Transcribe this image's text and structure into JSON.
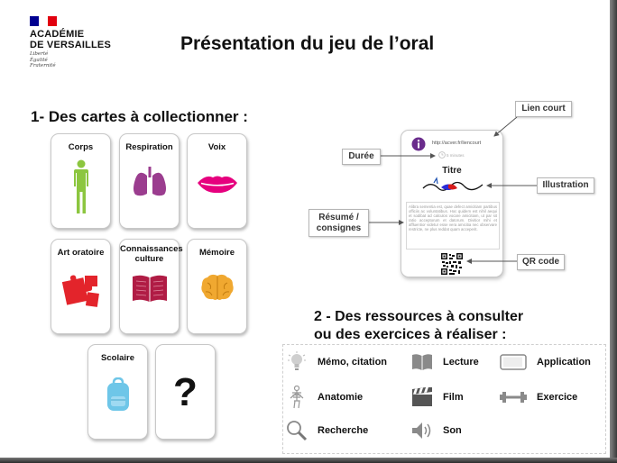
{
  "logo": {
    "title_line1": "ACADÉMIE",
    "title_line2": "DE VERSAILLES",
    "motto": [
      "Liberté",
      "Égalité",
      "Fraternité"
    ],
    "flag_colors": [
      "#000091",
      "#ffffff",
      "#e1000f"
    ]
  },
  "title": "Présentation du jeu de l’oral",
  "section1": {
    "heading": "1- Des cartes à collectionner :"
  },
  "cards": [
    {
      "label": "Corps",
      "icon": "body-icon",
      "color": "#8cc63f"
    },
    {
      "label": "Respiration",
      "icon": "lungs-icon",
      "color": "#9b3d8f"
    },
    {
      "label": "Voix",
      "icon": "lips-icon",
      "color": "#e6007e"
    },
    {
      "label": "Art oratoire",
      "icon": "puzzle-icon",
      "color": "#e3242b"
    },
    {
      "label": "Connaissances culture",
      "icon": "book-icon",
      "color": "#b01c45"
    },
    {
      "label": "Mémoire",
      "icon": "brain-icon",
      "color": "#f0a830"
    },
    {
      "label": "Scolaire",
      "icon": "backpack-icon",
      "color": "#6ec6e8"
    },
    {
      "label": "?",
      "icon": "question-mark"
    }
  ],
  "sample_card": {
    "link": "http://acver.fr/liencourt",
    "duration": "5 minutes",
    "title": "Titre",
    "body": "Alibra sementia est, quae defect amicitiam partibus officiis ac voluntatibus. Hoc quidem est nihil aequi et sodibat ad calculos vocare amicitiam, ut par sit ratio acceptorum et datorum. Divitior mihi et affluentior videtur esse vera amicitia nec observare restricte, ne plus reddat quam acceperit."
  },
  "callouts": {
    "lien_court": "Lien court",
    "duree": "Durée",
    "illustration": "Illustration",
    "resume": "Résumé / consignes",
    "qr_code": "QR code"
  },
  "section2": {
    "heading_line1": "2 - Des ressources à consulter",
    "heading_line2": "ou des exercices à réaliser :"
  },
  "resources": [
    {
      "label": "Mémo, citation",
      "icon": "lightbulb-icon"
    },
    {
      "label": "Lecture",
      "icon": "open-book-icon"
    },
    {
      "label": "Application",
      "icon": "tablet-icon"
    },
    {
      "label": "Anatomie",
      "icon": "skeleton-icon"
    },
    {
      "label": "Film",
      "icon": "clapperboard-icon"
    },
    {
      "label": "Exercice",
      "icon": "dumbbell-icon"
    },
    {
      "label": "Recherche",
      "icon": "magnifier-icon"
    },
    {
      "label": "Son",
      "icon": "speaker-icon"
    }
  ]
}
